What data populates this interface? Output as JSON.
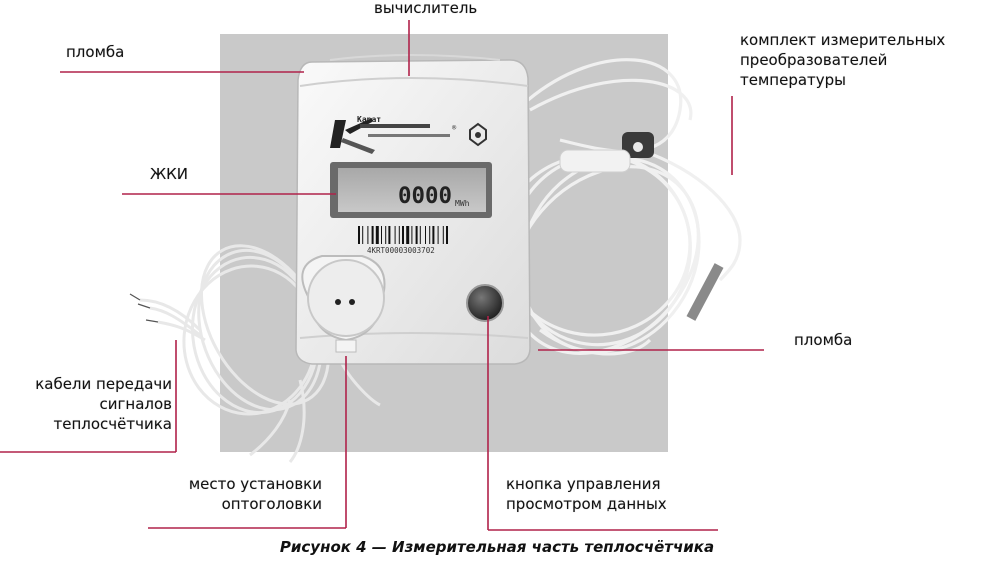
{
  "labels": {
    "computer": "вычислитель",
    "seal_top": "пломба",
    "temp_sensors": [
      "комплект измерительных",
      "преобразователей",
      "температуры"
    ],
    "lcd": "ЖКИ",
    "seal_right": "пломба",
    "cables": [
      "кабели передачи",
      "сигналов",
      "теплосчётчика"
    ],
    "optical_head": [
      "место установки",
      "оптоголовки"
    ],
    "button": [
      "кнопка управления",
      "просмотром данных"
    ]
  },
  "device": {
    "brand": "Карат",
    "display_value": "0000",
    "display_unit": "МWh",
    "serial": "4KRT00003003702"
  },
  "caption": "Рисунок 4 — Измерительная часть теплосчётчика",
  "colors": {
    "leader": "#b0224a",
    "backdrop": "#c9c9c9"
  }
}
